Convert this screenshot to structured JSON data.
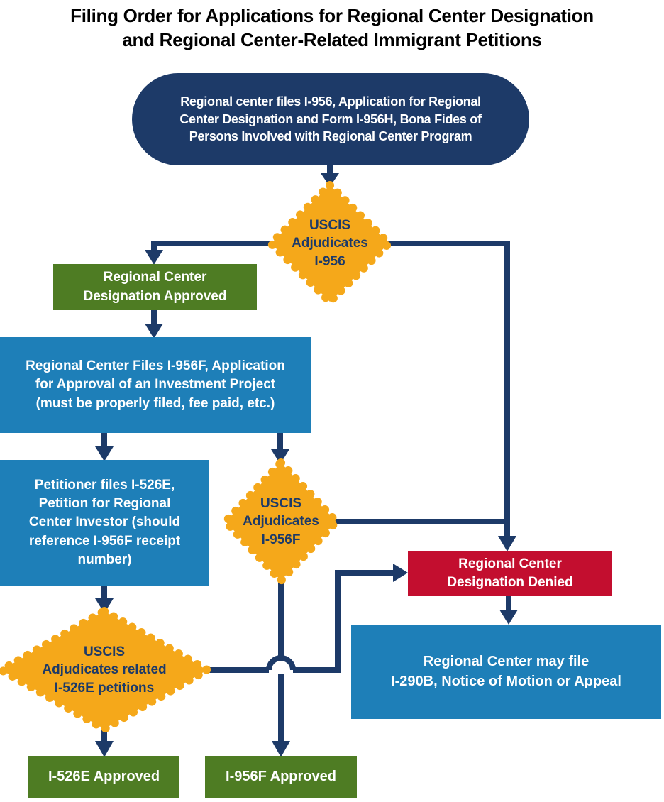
{
  "title": "Filing Order for Applications for Regional Center Designation\nand Regional Center-Related Immigrant Petitions",
  "diagram_type": "flowchart",
  "colors": {
    "navy": "#1d3a68",
    "gold": "#f5a81a",
    "green": "#4e7c23",
    "blue": "#1e7fb8",
    "red": "#c30e2f",
    "white": "#ffffff",
    "black": "#000000",
    "background": "#ffffff"
  },
  "nodes": {
    "start_pill": {
      "text": "Regional center files I-956, Application for Regional\nCenter Designation and Form I-956H, Bona Fides of\nPersons Involved with Regional Center Program",
      "shape": "rounded-pill",
      "color_key": "navy"
    },
    "adjudicate_i956": {
      "text": "USCIS\nAdjudicates\nI-956",
      "shape": "scalloped-diamond",
      "color_key": "gold"
    },
    "designation_approved": {
      "text": "Regional Center\nDesignation Approved",
      "shape": "rectangle",
      "color_key": "green"
    },
    "file_i956f": {
      "text": "Regional Center Files I-956F, Application\nfor Approval of an Investment Project\n(must be properly filed, fee paid, etc.)",
      "shape": "rectangle",
      "color_key": "blue"
    },
    "petitioner_files_i526e": {
      "text": "Petitioner files I-526E,\nPetition for Regional\nCenter Investor (should\nreference I-956F receipt\nnumber)",
      "shape": "rectangle",
      "color_key": "blue"
    },
    "adjudicate_i956f": {
      "text": "USCIS\nAdjudicates\nI-956F",
      "shape": "scalloped-diamond",
      "color_key": "gold"
    },
    "designation_denied": {
      "text": "Regional Center\nDesignation Denied",
      "shape": "rectangle",
      "color_key": "red"
    },
    "may_file_i290b": {
      "text": "Regional Center may file\nI-290B, Notice of Motion or Appeal",
      "shape": "rectangle",
      "color_key": "blue"
    },
    "adjudicate_i526e": {
      "text": "USCIS\nAdjudicates related\nI-526E petitions",
      "shape": "scalloped-diamond",
      "color_key": "gold"
    },
    "i526e_approved": {
      "text": "I-526E Approved",
      "shape": "rectangle",
      "color_key": "green"
    },
    "i956f_approved": {
      "text": "I-956F Approved",
      "shape": "rectangle",
      "color_key": "green"
    }
  },
  "edges": [
    {
      "from": "start_pill",
      "to": "adjudicate_i956"
    },
    {
      "from": "adjudicate_i956",
      "to": "designation_approved"
    },
    {
      "from": "adjudicate_i956",
      "to": "designation_denied"
    },
    {
      "from": "designation_approved",
      "to": "file_i956f"
    },
    {
      "from": "file_i956f",
      "to": "petitioner_files_i526e"
    },
    {
      "from": "file_i956f",
      "to": "adjudicate_i956f"
    },
    {
      "from": "adjudicate_i956f",
      "to": "designation_denied"
    },
    {
      "from": "adjudicate_i956f",
      "to": "i956f_approved"
    },
    {
      "from": "petitioner_files_i526e",
      "to": "adjudicate_i526e"
    },
    {
      "from": "adjudicate_i526e",
      "to": "designation_denied"
    },
    {
      "from": "adjudicate_i526e",
      "to": "i526e_approved"
    },
    {
      "from": "designation_denied",
      "to": "may_file_i290b"
    }
  ]
}
